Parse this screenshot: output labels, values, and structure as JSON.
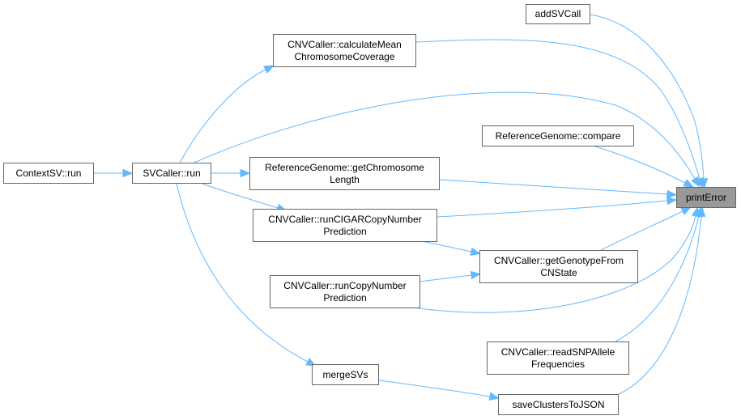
{
  "diagram": {
    "type": "call-graph",
    "edge_color": "#63b8ff",
    "root_fill": "#999999",
    "nodes": [
      {
        "id": "printError",
        "lines": [
          "printError"
        ]
      },
      {
        "id": "addSVCall",
        "lines": [
          "addSVCall"
        ]
      },
      {
        "id": "calcMean",
        "lines": [
          "CNVCaller::calculateMean",
          "ChromosomeCoverage"
        ]
      },
      {
        "id": "refCompare",
        "lines": [
          "ReferenceGenome::compare"
        ]
      },
      {
        "id": "contextRun",
        "lines": [
          "ContextSV::run"
        ]
      },
      {
        "id": "svcRun",
        "lines": [
          "SVCaller::run"
        ]
      },
      {
        "id": "getChromLen",
        "lines": [
          "ReferenceGenome::getChromosome",
          "Length"
        ]
      },
      {
        "id": "runCigar",
        "lines": [
          "CNVCaller::runCIGARCopyNumber",
          "Prediction"
        ]
      },
      {
        "id": "getGenotype",
        "lines": [
          "CNVCaller::getGenotypeFrom",
          "CNState"
        ]
      },
      {
        "id": "runCopy",
        "lines": [
          "CNVCaller::runCopyNumber",
          "Prediction"
        ]
      },
      {
        "id": "readSNP",
        "lines": [
          "CNVCaller::readSNPAllele",
          "Frequencies"
        ]
      },
      {
        "id": "mergeSVs",
        "lines": [
          "mergeSVs"
        ]
      },
      {
        "id": "saveClusters",
        "lines": [
          "saveClustersToJSON"
        ]
      }
    ],
    "edges": [
      {
        "from": "contextRun",
        "to": "svcRun"
      },
      {
        "from": "svcRun",
        "to": "calcMean"
      },
      {
        "from": "svcRun",
        "to": "printError"
      },
      {
        "from": "svcRun",
        "to": "getChromLen"
      },
      {
        "from": "svcRun",
        "to": "runCigar"
      },
      {
        "from": "svcRun",
        "to": "mergeSVs"
      },
      {
        "from": "calcMean",
        "to": "printError"
      },
      {
        "from": "addSVCall",
        "to": "printError"
      },
      {
        "from": "refCompare",
        "to": "printError"
      },
      {
        "from": "getChromLen",
        "to": "printError"
      },
      {
        "from": "runCigar",
        "to": "printError"
      },
      {
        "from": "runCigar",
        "to": "getGenotype"
      },
      {
        "from": "runCopy",
        "to": "getGenotype"
      },
      {
        "from": "getGenotype",
        "to": "printError"
      },
      {
        "from": "runCopy",
        "to": "printError"
      },
      {
        "from": "readSNP",
        "to": "printError"
      },
      {
        "from": "mergeSVs",
        "to": "saveClusters"
      },
      {
        "from": "saveClusters",
        "to": "printError"
      }
    ]
  }
}
